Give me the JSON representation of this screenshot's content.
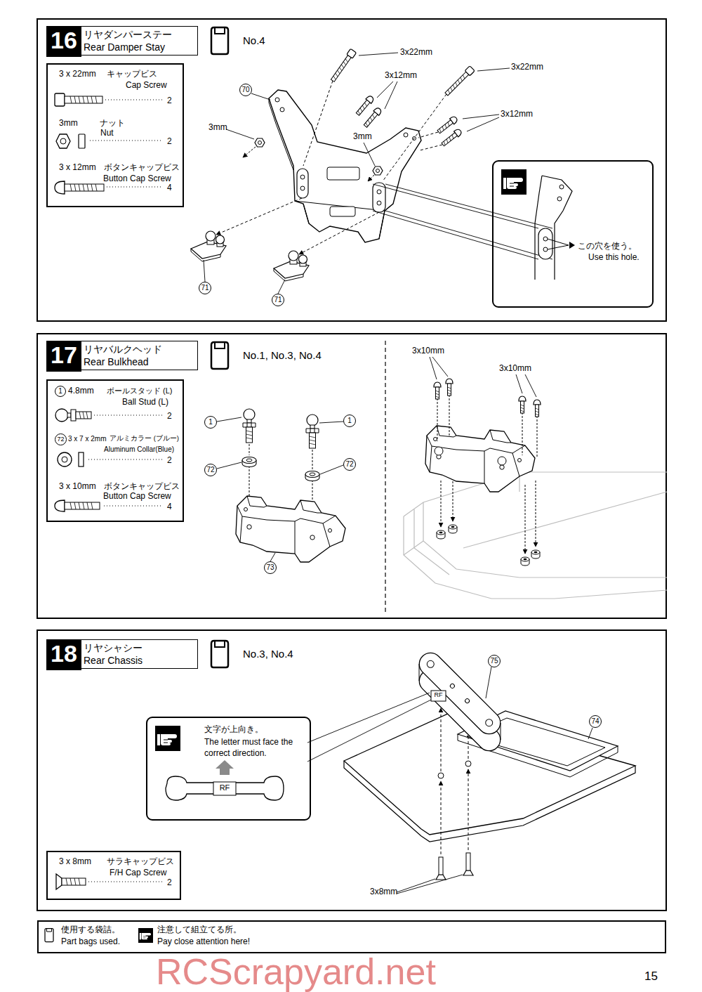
{
  "diagram": {
    "nodes": [
      {
        "text": [
          "16"
        ]
      },
      {
        "text": [
          "リヤダンパーステー",
          "Rear Damper Stay"
        ]
      },
      {
        "text": [
          "No.4"
        ]
      },
      {
        "text": [
          "3 x 22mm",
          "キャップビス",
          "Cap Screw",
          "2",
          "3mm",
          "ナット",
          "Nut",
          "2",
          "3 x 12mm",
          "ボタンキャップビス",
          "Button Cap Screw",
          "4"
        ]
      },
      {
        "text": [
          "この穴を使う。",
          "Use this hole."
        ]
      },
      {
        "text": [
          "17"
        ]
      },
      {
        "text": [
          "リヤバルクヘッド",
          "Rear Bulkhead"
        ]
      },
      {
        "text": [
          "No.1, No.3, No.4"
        ]
      },
      {
        "text": [
          "1",
          "4.8mm",
          "ボールスタッド (L)",
          "Ball Stud (L)",
          "2",
          "72",
          "3 x 7 x 2mm",
          "アルミカラー (ブルー)",
          "Aluminum Collar(Blue)",
          "2",
          "3 x 10mm",
          "ボタンキャップビス",
          "Button Cap Screw",
          "4"
        ]
      },
      {
        "text": [
          "18"
        ]
      },
      {
        "text": [
          "リヤシャシー",
          "Rear Chassis"
        ]
      },
      {
        "text": [
          "No.3, No.4"
        ]
      },
      {
        "text": [
          "文字が上向き。",
          "The letter must face the correct direction."
        ]
      },
      {
        "text": [
          "3 x 8mm",
          "サラキャップビス",
          "F/H Cap Screw",
          "2"
        ]
      },
      {
        "text": [
          "使用する袋詰。",
          "Part bags used.",
          "注意して組立てる所。",
          "Pay close attention here!"
        ]
      }
    ],
    "labels": [
      "3x22mm",
      "3x12mm",
      "3x22mm",
      "3x12mm",
      "3mm",
      "3mm",
      "70",
      "71",
      "71",
      "3x10mm",
      "3x10mm",
      "1",
      "1",
      "72",
      "72",
      "73",
      "RF",
      "RF",
      "75",
      "74",
      "3x8mm",
      "RCScrapyard.net",
      "15"
    ]
  }
}
